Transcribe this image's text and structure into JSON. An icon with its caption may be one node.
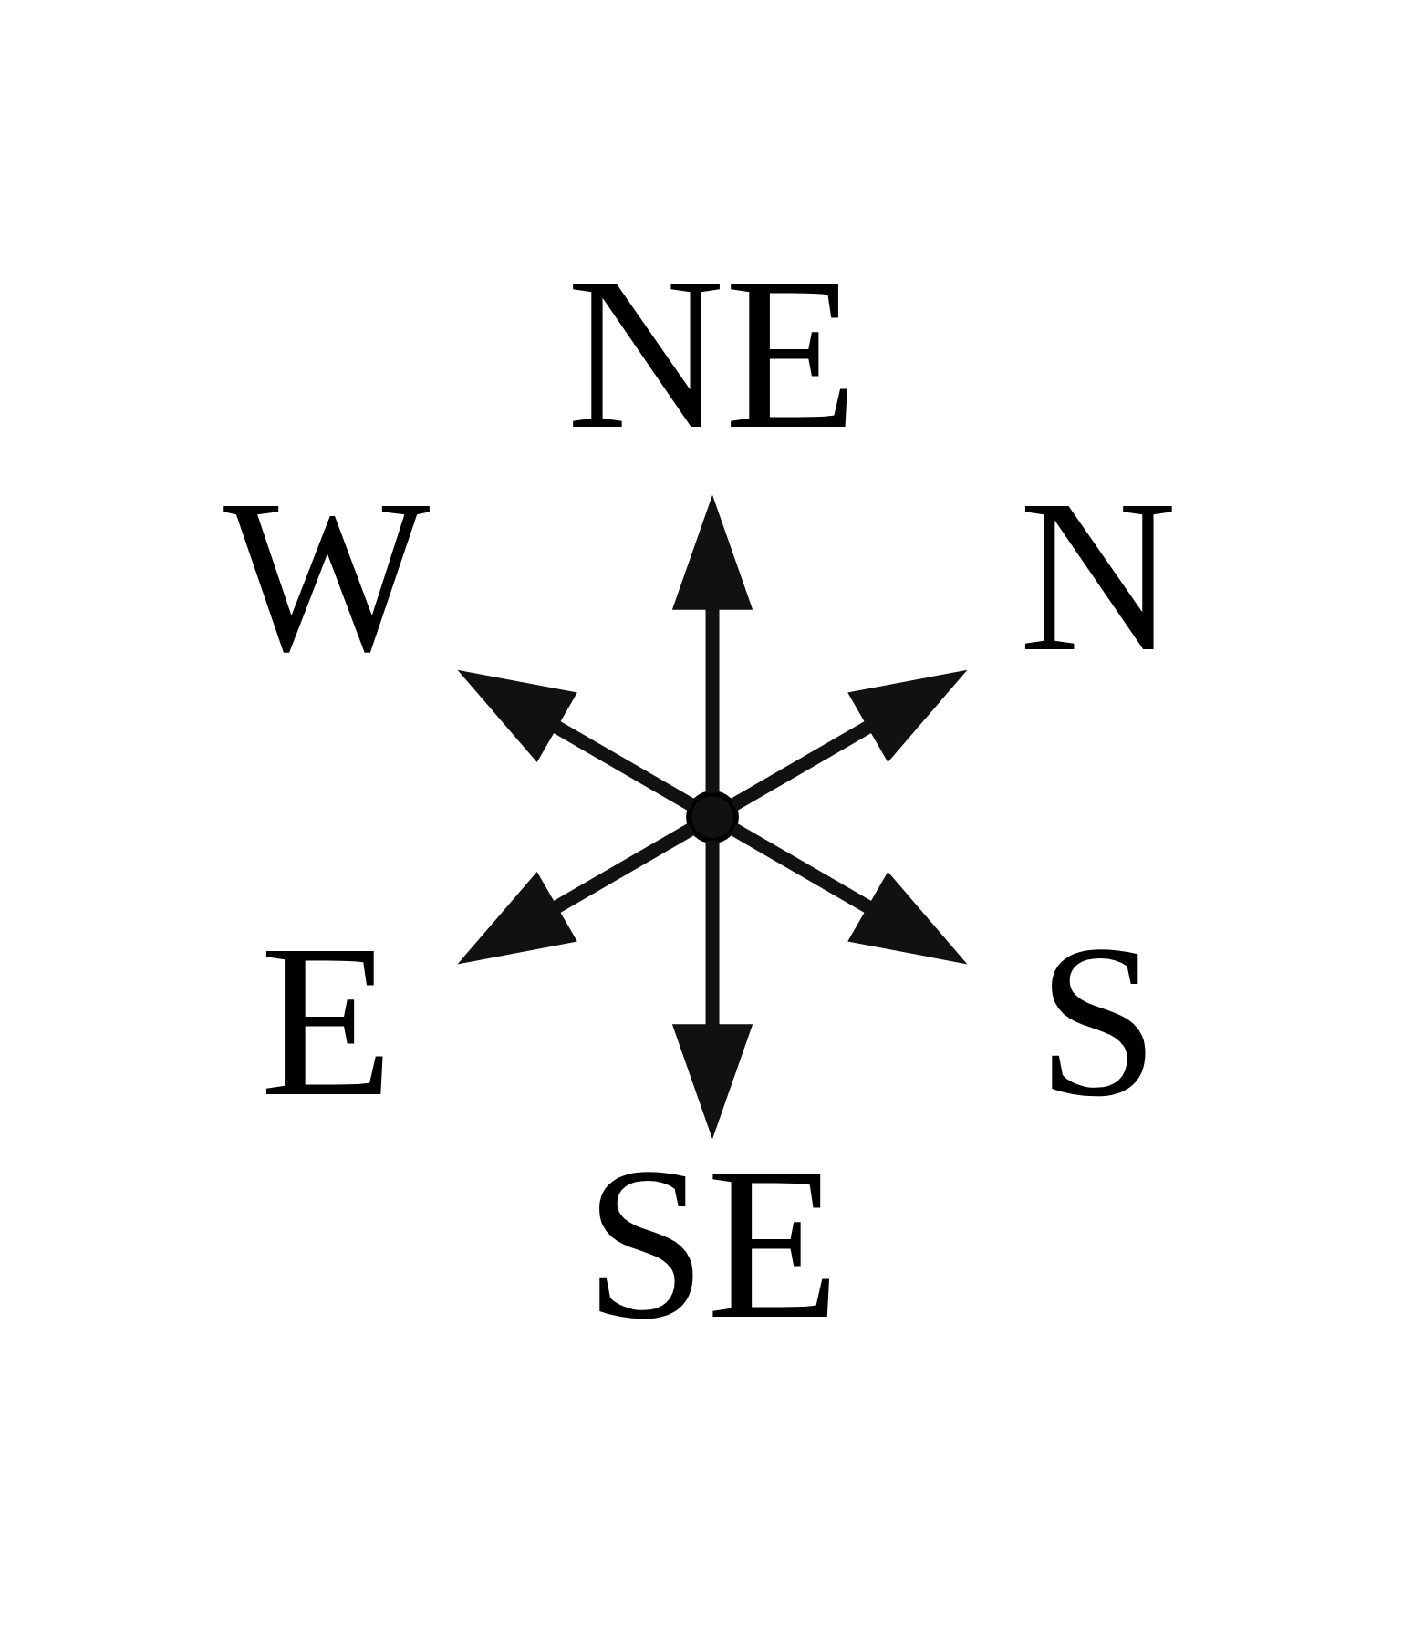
{
  "diagram": {
    "nodes": [
      {
        "text": [],
        "shape": "point"
      },
      {
        "text": [
          "N"
        ]
      },
      {
        "text": [
          "NE"
        ]
      },
      {
        "text": [
          "W"
        ]
      },
      {
        "text": [
          "E"
        ]
      },
      {
        "text": [
          "SE"
        ]
      },
      {
        "text": [
          "S"
        ]
      }
    ],
    "edges": [
      {
        "from": 0,
        "to": 1,
        "arrow": "to"
      },
      {
        "from": 0,
        "to": 2,
        "arrow": "to"
      },
      {
        "from": 0,
        "to": 3,
        "arrow": "to"
      },
      {
        "from": 0,
        "to": 4,
        "arrow": "to"
      },
      {
        "from": 0,
        "to": 5,
        "arrow": "to"
      },
      {
        "from": 0,
        "to": 6,
        "arrow": "to"
      }
    ]
  }
}
